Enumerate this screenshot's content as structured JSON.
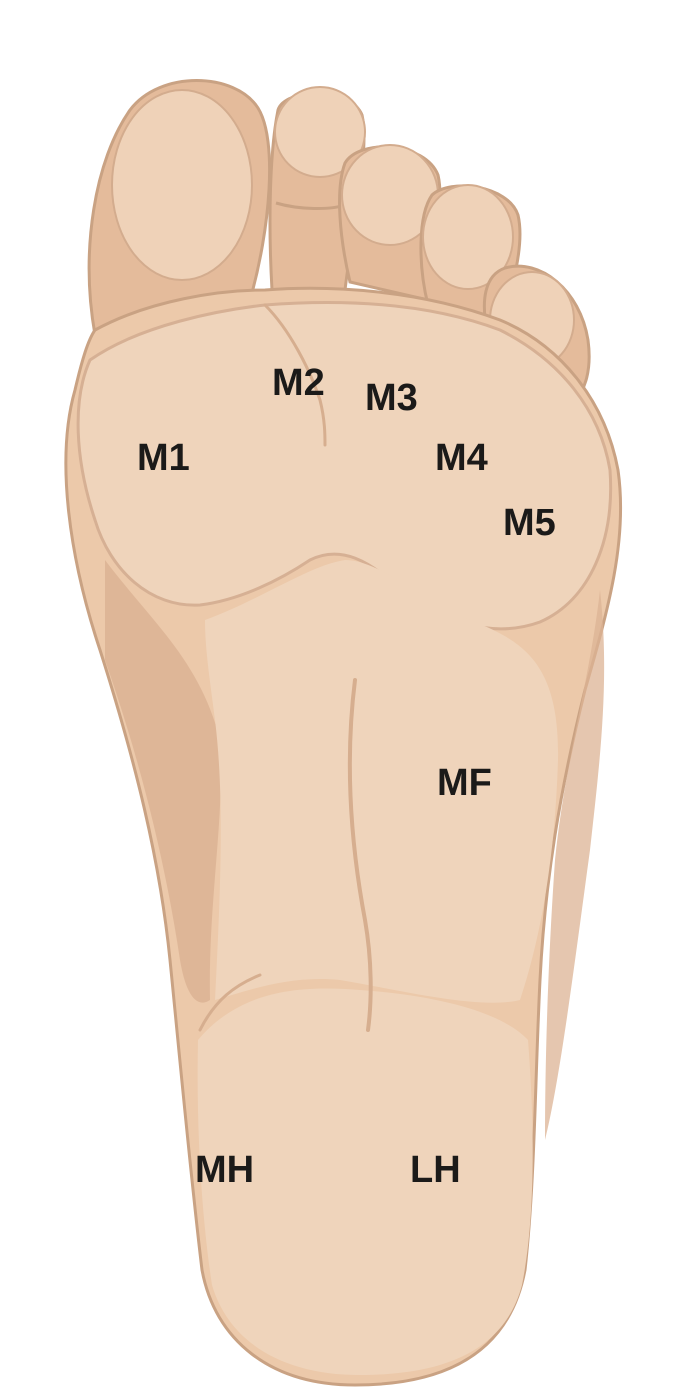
{
  "regions": [
    {
      "id": "m1",
      "label": "M1"
    },
    {
      "id": "m2",
      "label": "M2"
    },
    {
      "id": "m3",
      "label": "M3"
    },
    {
      "id": "m4",
      "label": "M4"
    },
    {
      "id": "m5",
      "label": "M5"
    },
    {
      "id": "mf",
      "label": "MF"
    },
    {
      "id": "mh",
      "label": "MH"
    },
    {
      "id": "lh",
      "label": "LH"
    }
  ],
  "colors": {
    "background": "#ffffff",
    "skin": "#ecc9aa",
    "skin_light": "#efd4bb",
    "skin_shadow": "#dcb394",
    "outline": "#c9a283",
    "label": "#1b1a19"
  }
}
